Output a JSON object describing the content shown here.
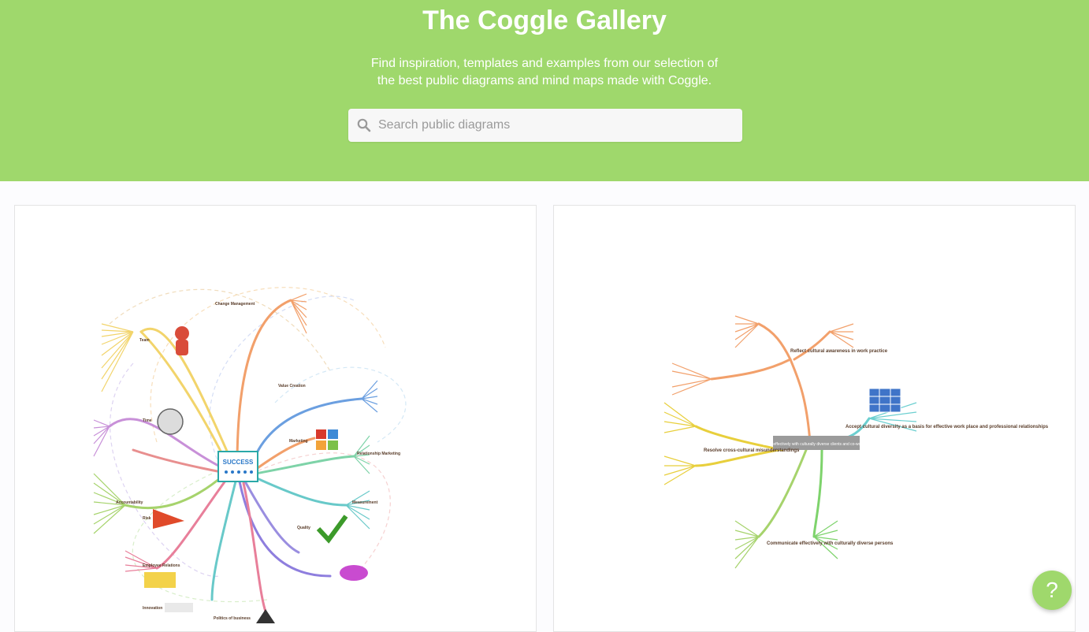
{
  "header": {
    "title": "The Coggle Gallery",
    "subtitle_line1": "Find inspiration, templates and examples from our selection of",
    "subtitle_line2": "the best public diagrams and mind maps made with Coggle."
  },
  "search": {
    "placeholder": "Search public diagrams",
    "icon": "search-icon"
  },
  "gallery": [
    {
      "center_label": "SUCCESS",
      "branches": [
        "Change Management",
        "Value Creation",
        "Marketing",
        "Relationship Marketing",
        "Measurement",
        "Quality",
        "Innovation",
        "Employee Relations",
        "Risk",
        "Accountability",
        "Time",
        "Team",
        "Politics of business"
      ]
    },
    {
      "center_label": "Work effectively with culturally diverse clients and co-workers",
      "branches": [
        "Reflect cultural awareness in work practice",
        "Resolve cross-cultural misunderstandings",
        "Accept cultural diversity as a basis for effective work place and professional relationships",
        "Communicate effectively with culturally diverse persons"
      ]
    }
  ],
  "help": {
    "label": "?"
  },
  "colors": {
    "brand_green": "#9fd86c",
    "page_bg": "#fcfcfe"
  }
}
